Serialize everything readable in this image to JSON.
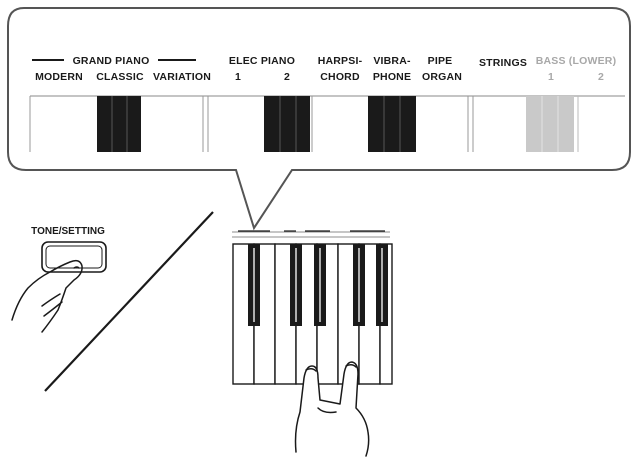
{
  "callout": {
    "group_header": "GRAND PIANO",
    "tones": [
      {
        "line1": "MODERN",
        "line2": ""
      },
      {
        "line1": "CLASSIC",
        "line2": ""
      },
      {
        "line1": "VARIATION",
        "line2": ""
      },
      {
        "line1": "ELEC PIANO",
        "line2": ""
      },
      {
        "line1": "1",
        "line2": ""
      },
      {
        "line1": "2",
        "line2": ""
      },
      {
        "line1": "HARPSI-",
        "line2": "CHORD"
      },
      {
        "line1": "VIBRA-",
        "line2": "PHONE"
      },
      {
        "line1": "PIPE",
        "line2": "ORGAN"
      },
      {
        "line1": "STRINGS",
        "line2": ""
      },
      {
        "line1": "BASS (LOWER)",
        "line2": ""
      },
      {
        "line1": "1",
        "line2": ""
      },
      {
        "line1": "2",
        "line2": ""
      }
    ]
  },
  "button_label": "TONE/SETTING",
  "colors": {
    "ink": "#1a1a1a",
    "callout_border": "#555555",
    "muted_text": "#a8a8a8",
    "bass_key_fill": "#c9c9c9"
  }
}
